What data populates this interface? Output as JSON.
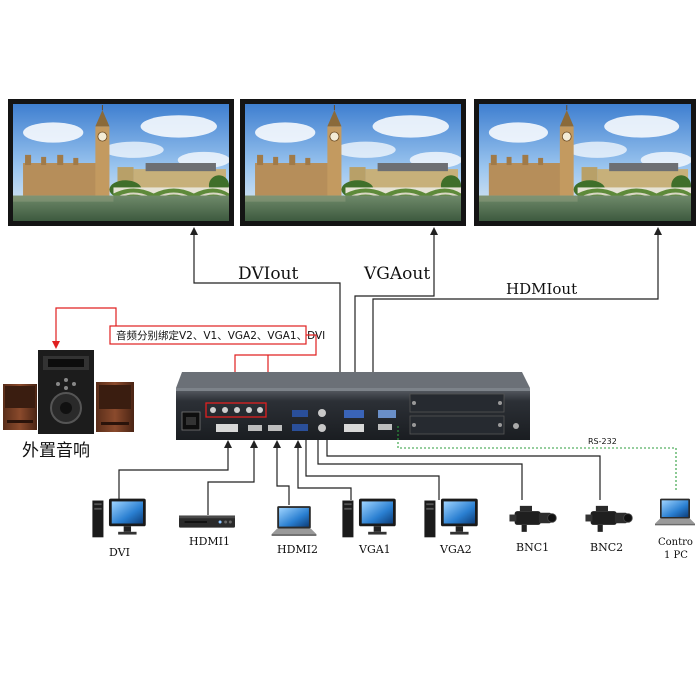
{
  "outputs": [
    {
      "label": "DVIout"
    },
    {
      "label": "VGAout"
    },
    {
      "label": "HDMIout"
    }
  ],
  "audio": {
    "callout": "音频分别绑定V2、V1、VGA2、VGA1、DVI",
    "speaker_label": "外置音响"
  },
  "inputs": [
    {
      "label": "DVI",
      "device": "desktop-pc"
    },
    {
      "label": "HDMI1",
      "device": "dvd-player"
    },
    {
      "label": "HDMI2",
      "device": "laptop"
    },
    {
      "label": "VGA1",
      "device": "desktop-pc"
    },
    {
      "label": "VGA2",
      "device": "desktop-pc"
    },
    {
      "label": "BNC1",
      "device": "video-camera"
    },
    {
      "label": "BNC2",
      "device": "video-camera"
    }
  ],
  "control": {
    "link_label": "RS-232",
    "pc_label_line1": "Contro",
    "pc_label_line2": "1 PC"
  },
  "colors": {
    "callout_line": "#e02020",
    "rs232_line": "#2e9e3e",
    "signal_line": "#222222"
  }
}
